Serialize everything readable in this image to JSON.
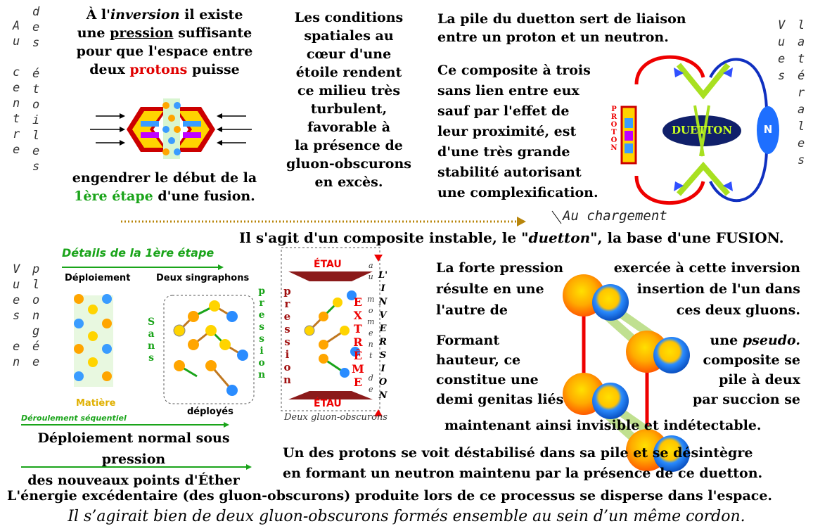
{
  "side_left_top": {
    "col1": [
      "A",
      "u",
      "",
      "c",
      "e",
      "n",
      "t",
      "r",
      "e"
    ],
    "col2": [
      "d",
      "e",
      "s",
      "",
      "é",
      "t",
      "o",
      "i",
      "l",
      "e",
      "s"
    ]
  },
  "side_left_bottom": {
    "col1": [
      "V",
      "u",
      "e",
      "s",
      "",
      "e",
      "n"
    ],
    "col2": [
      "p",
      "l",
      "o",
      "n",
      "g",
      "é",
      "e"
    ]
  },
  "side_right": {
    "col1": [
      "V",
      "u",
      "e",
      "s"
    ],
    "col2": [
      "l",
      "a",
      "t",
      "é",
      "r",
      "a",
      "l",
      "e",
      "s"
    ]
  },
  "top_left": {
    "part1_prefix": "À l'",
    "part1_em": "inversion",
    "part1_suffix": " il existe",
    "line2_pre": "une ",
    "line2_u": "pression",
    "line2_post": " suffisante",
    "line3": "pour que l'espace entre",
    "line4_pre": "deux ",
    "line4_red": "protons",
    "line4_post": " puisse",
    "line5": "engendrer le début de la",
    "line6_green": "1ère étape",
    "line6_post": " d'une fusion."
  },
  "top_middle": [
    "Les conditions",
    "spatiales au",
    "cœur d'une",
    "étoile rendent",
    "ce milieu très",
    "turbulent,",
    "favorable à",
    "la présence de",
    "gluon-obscurons",
    "en excès."
  ],
  "top_right": {
    "line1": "La pile du duetton sert de liaison",
    "line2": "entre un proton et un neutron.",
    "para": [
      "Ce composite à trois",
      "sans lien entre eux",
      "sauf par l'effet de",
      "leur proximité, est",
      "d'une très grande",
      "stabilité autorisant",
      "une complexification."
    ],
    "proton_label": "PROTON",
    "duetton_label": "DUETTON",
    "n_label": "N"
  },
  "au_chargement": "Au chargement",
  "main_title_pre": "Il s'agit d'un composite instable, le \"",
  "main_title_em": "duetton",
  "main_title_post": "\", la base d'une FUSION.",
  "details": {
    "title": "Détails de la 1ère étape",
    "deploiement": "Déploiement",
    "deux_singraphons": "Deux singraphons",
    "sans": [
      "S",
      "a",
      "n",
      "s"
    ],
    "pression": [
      "p",
      "r",
      "e",
      "s",
      "s",
      "i",
      "o",
      "n"
    ],
    "matiere": "Matière",
    "deployes": "déployés",
    "deroulement": "Déroulement séquentiel",
    "bottom1": "Déploiement normal sous pression",
    "bottom2": "des nouveaux points d'Éther"
  },
  "etau": {
    "top": "ÉTAU",
    "bottom": "ÉTAU",
    "pression_v": [
      "p",
      "r",
      "e",
      "s",
      "s",
      "i",
      "o",
      "n"
    ],
    "extreme_v": [
      "E",
      "X",
      "T",
      "R",
      "Ê",
      "M",
      "E"
    ],
    "au_moment": [
      "a",
      "u",
      "",
      "m",
      "o",
      "m",
      "e",
      "n",
      "t",
      "",
      "d",
      "e"
    ],
    "linversion": [
      "L'",
      "I",
      "N",
      "V",
      "E",
      "R",
      "S",
      "I",
      "O",
      "N"
    ],
    "caption": "Deux gluon-obscurons"
  },
  "right_block": {
    "r1a": "La forte pression",
    "r1b": "exercée à cette inversion",
    "r2a": "résulte en une",
    "r2b": "insertion de l'un dans",
    "r3a": "l'autre de",
    "r3b": "ces deux gluons.",
    "r4a": "Formant",
    "r4b_pre": "une ",
    "r4b_em": "pseudo.",
    "r5a": "hauteur, ce",
    "r5b": "composite se",
    "r6a": "constitue une",
    "r6b": "pile à deux",
    "r7a": "demi genitas liés",
    "r7b": "par succion se",
    "r8": "maintenant ainsi invisible et indétectable."
  },
  "bottom": {
    "l1": "Un des protons se voit déstabilisé dans sa pile et se désintègre",
    "l2": "en formant un neutron maintenu par la présence de ce duetton.",
    "l3": "L'énergie excédentaire (des gluon-obscurons) produite lors de ce processus se disperse dans l'espace.",
    "l4": "Il s’agirait bien de deux gluon-obscurons formés ensemble au sein d’un même cordon."
  }
}
